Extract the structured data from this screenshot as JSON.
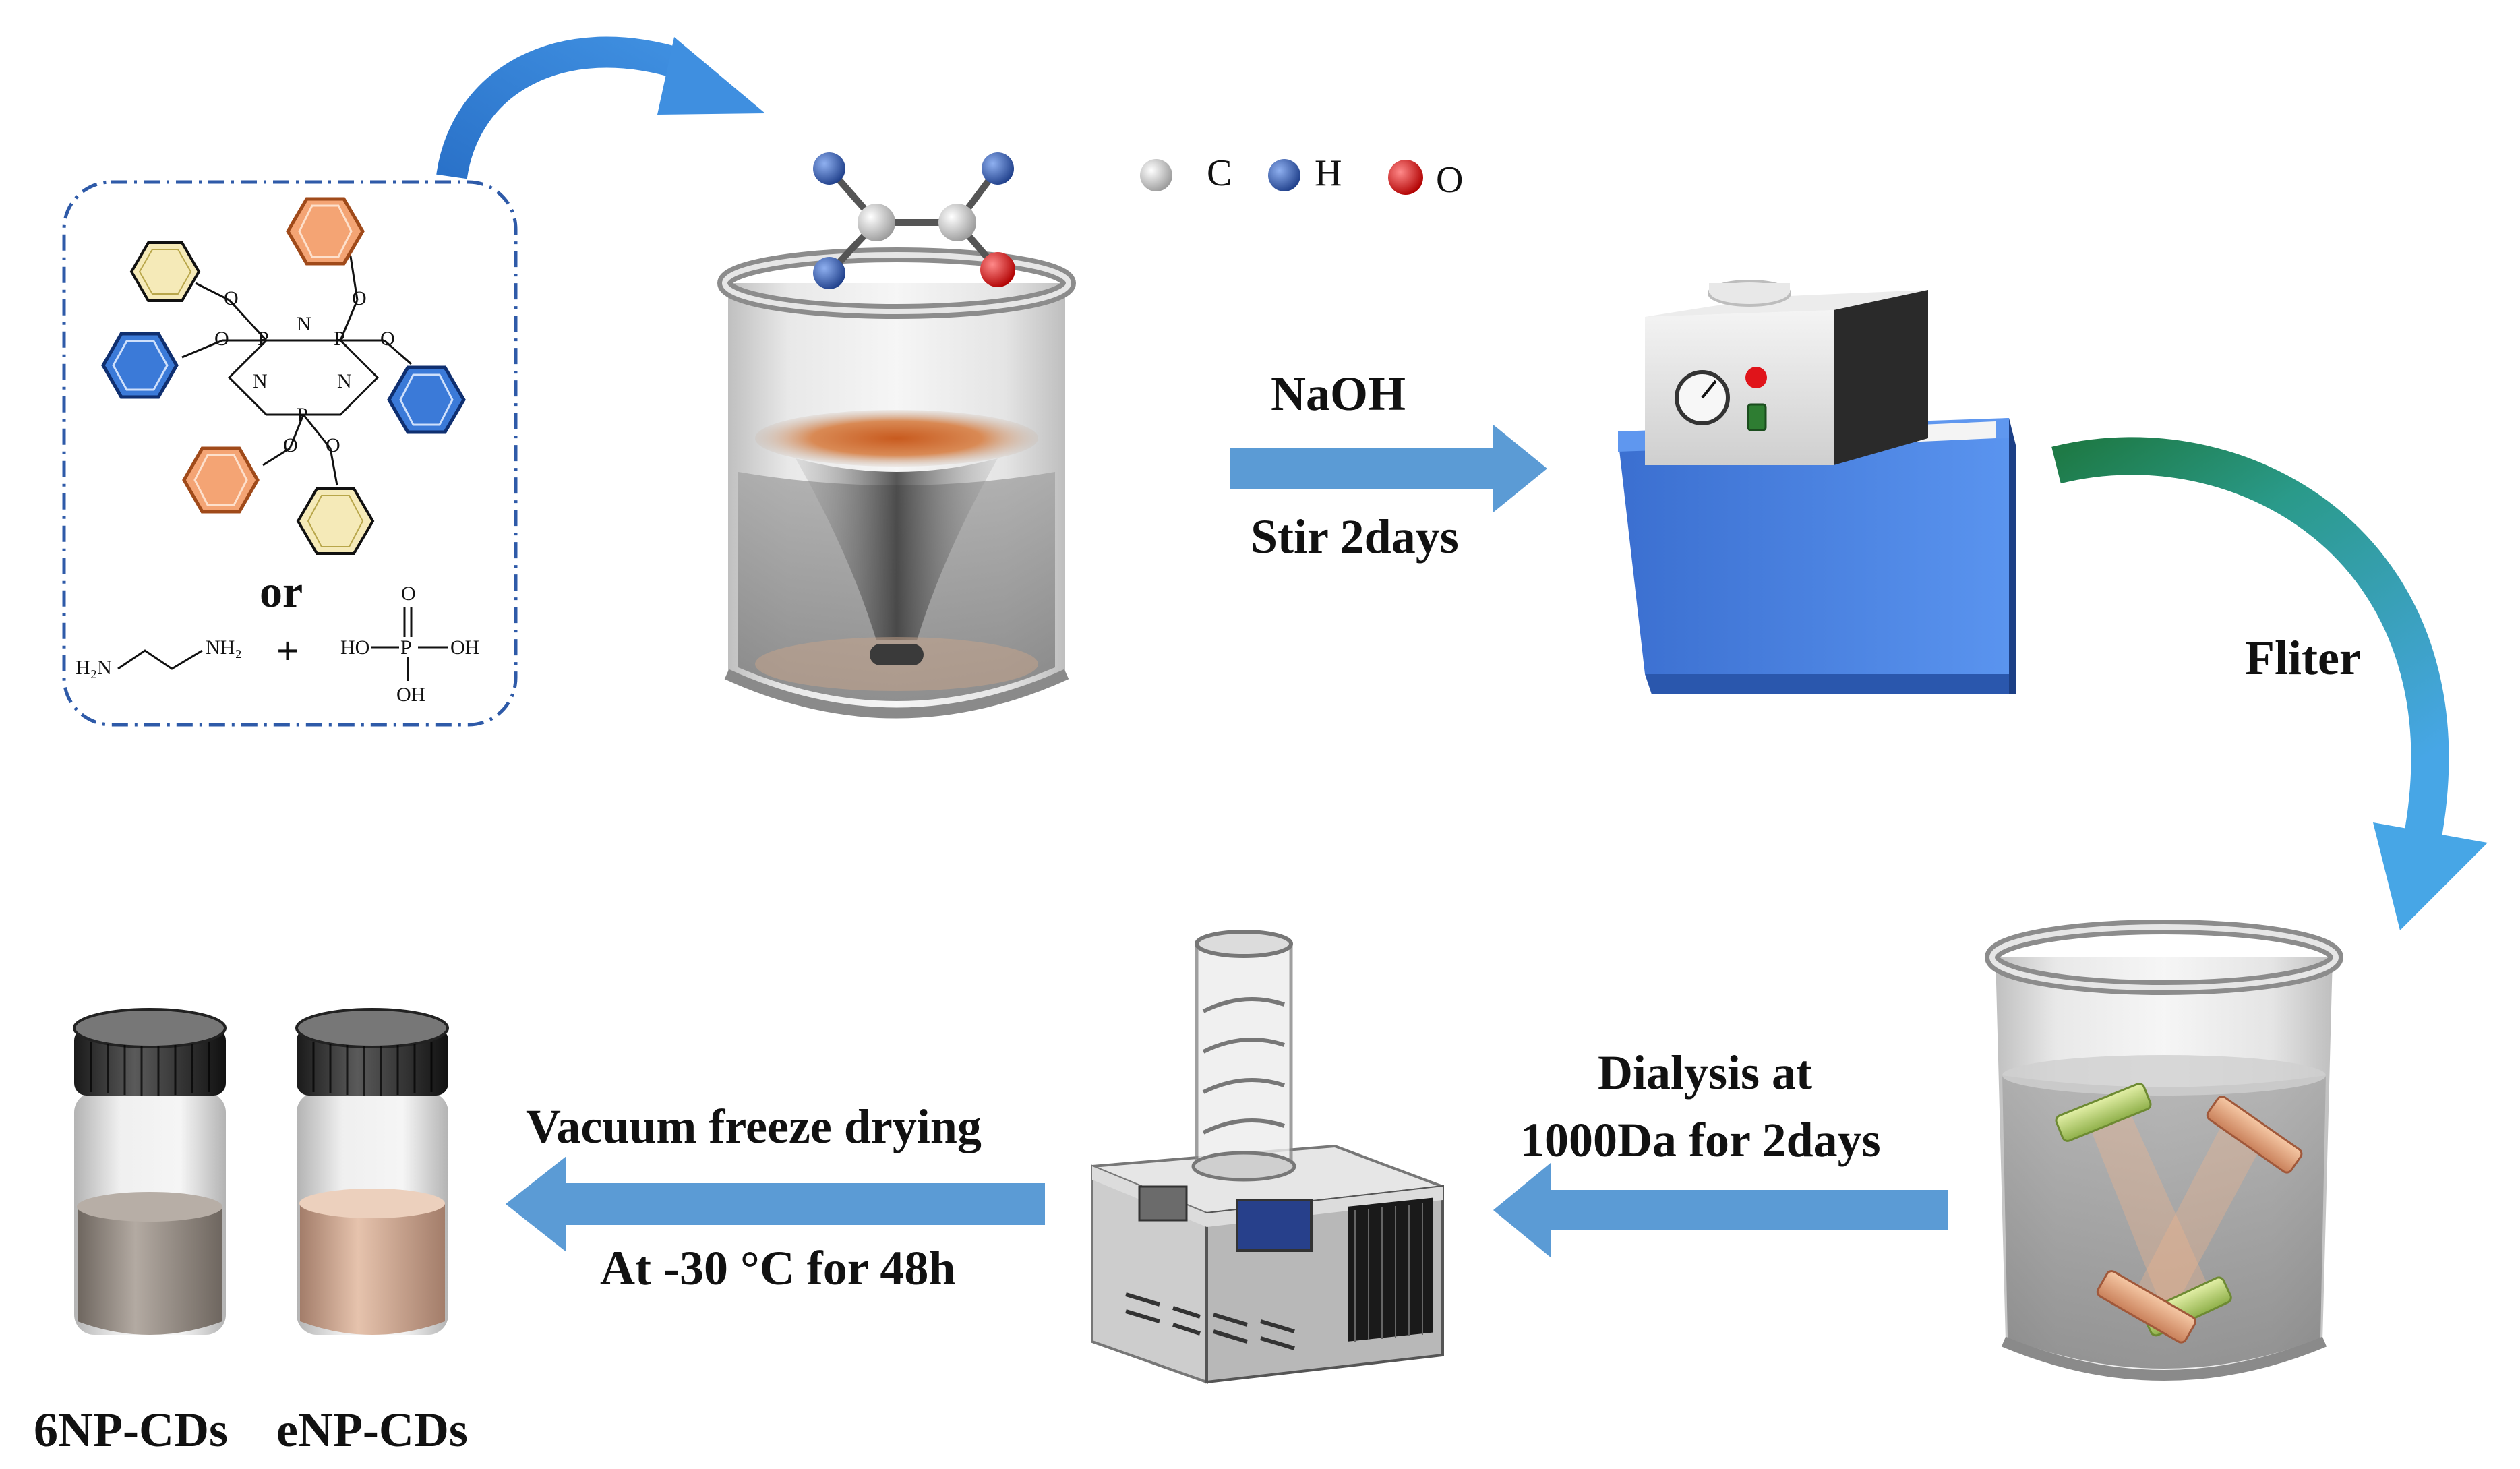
{
  "legend": {
    "items": [
      {
        "symbol": "C",
        "color": "#d9d9d9"
      },
      {
        "symbol": "H",
        "color": "#2f57a8"
      },
      {
        "symbol": "O",
        "color": "#e0141a"
      }
    ]
  },
  "precursor": {
    "or_text": "or",
    "plus_text": "+",
    "ring_atoms": {
      "p": "P",
      "n": "N",
      "o": "O"
    },
    "edamine": {
      "left": "H₂N",
      "right": "NH₂"
    },
    "phosphoric": {
      "o": "O",
      "p": "P",
      "left": "HO",
      "right": "OH",
      "bottom": "OH"
    },
    "ring_colors": {
      "yellow": "#f0e6a8",
      "orange": "#f2a06e",
      "blue": "#3a78d6"
    }
  },
  "steps": {
    "s1_top": "NaOH",
    "s1_bottom": "Stir 2days",
    "s2": "Fliter",
    "s3_line1": "Dialysis at",
    "s3_line2": "1000Da for 2days",
    "s4_top": "Vacuum freeze drying",
    "s4_bottom": "At -30 °C for 48h"
  },
  "products": {
    "left": "6NP-CDs",
    "right": "eNP-CDs"
  },
  "colors": {
    "arrow": "#5b9bd5",
    "bath_blue": "#4a86e8",
    "curve_green": "#1e7a46",
    "curve_blue": "#47a6e6"
  }
}
